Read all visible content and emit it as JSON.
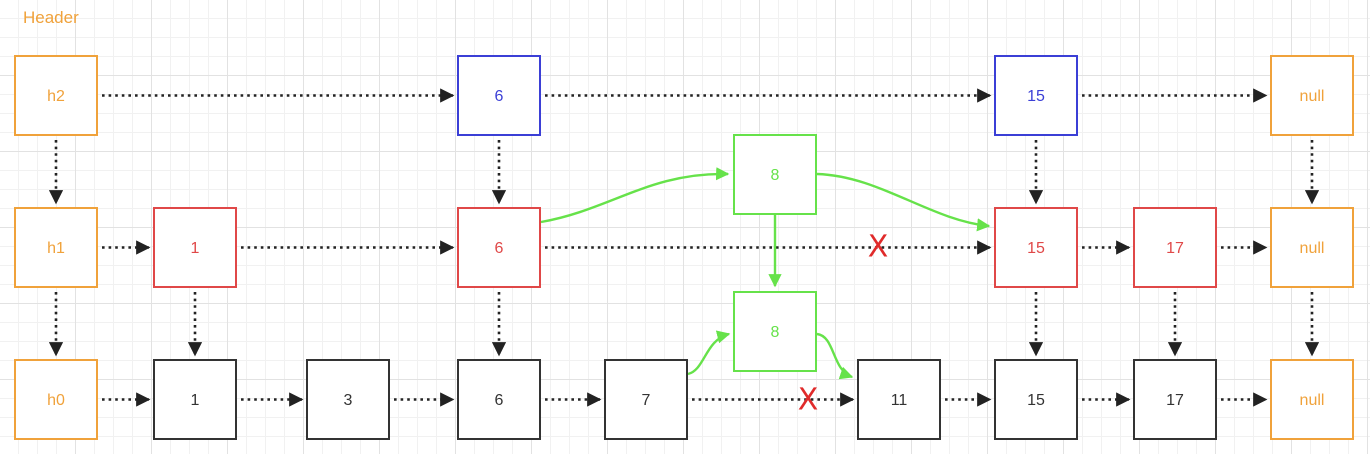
{
  "title": "Header",
  "colors": {
    "header": "#f0a23b",
    "level2": "#3b3fd6",
    "level1": "#e04848",
    "level0": "#333333",
    "inserted": "#66e24a",
    "cross": "#e02a2a"
  },
  "cross_symbol": "X",
  "nodes": [
    {
      "id": "h2",
      "label": "h2",
      "level": 2,
      "kind": "header"
    },
    {
      "id": "l2_6",
      "label": "6",
      "level": 2,
      "kind": "level2"
    },
    {
      "id": "l2_15",
      "label": "15",
      "level": 2,
      "kind": "level2"
    },
    {
      "id": "null2",
      "label": "null",
      "level": 2,
      "kind": "header"
    },
    {
      "id": "h1",
      "label": "h1",
      "level": 1,
      "kind": "header"
    },
    {
      "id": "l1_1",
      "label": "1",
      "level": 1,
      "kind": "level1"
    },
    {
      "id": "l1_6",
      "label": "6",
      "level": 1,
      "kind": "level1"
    },
    {
      "id": "l1_15",
      "label": "15",
      "level": 1,
      "kind": "level1"
    },
    {
      "id": "l1_17",
      "label": "17",
      "level": 1,
      "kind": "level1"
    },
    {
      "id": "null1",
      "label": "null",
      "level": 1,
      "kind": "header"
    },
    {
      "id": "new_top",
      "label": "8",
      "level": 1,
      "kind": "inserted"
    },
    {
      "id": "new_bot",
      "label": "8",
      "level": 0,
      "kind": "inserted"
    },
    {
      "id": "h0",
      "label": "h0",
      "level": 0,
      "kind": "header"
    },
    {
      "id": "l0_1",
      "label": "1",
      "level": 0,
      "kind": "level0"
    },
    {
      "id": "l0_3",
      "label": "3",
      "level": 0,
      "kind": "level0"
    },
    {
      "id": "l0_6",
      "label": "6",
      "level": 0,
      "kind": "level0"
    },
    {
      "id": "l0_7",
      "label": "7",
      "level": 0,
      "kind": "level0"
    },
    {
      "id": "l0_11",
      "label": "11",
      "level": 0,
      "kind": "level0"
    },
    {
      "id": "l0_15",
      "label": "15",
      "level": 0,
      "kind": "level0"
    },
    {
      "id": "l0_17",
      "label": "17",
      "level": 0,
      "kind": "level0"
    },
    {
      "id": "null0",
      "label": "null",
      "level": 0,
      "kind": "header"
    }
  ],
  "edges": [
    {
      "from": "h2",
      "to": "l2_6",
      "style": "dotted"
    },
    {
      "from": "l2_6",
      "to": "l2_15",
      "style": "dotted"
    },
    {
      "from": "l2_15",
      "to": "null2",
      "style": "dotted"
    },
    {
      "from": "h2",
      "to": "h1",
      "style": "dotted"
    },
    {
      "from": "l2_6",
      "to": "l1_6",
      "style": "dotted"
    },
    {
      "from": "l2_15",
      "to": "l1_15",
      "style": "dotted"
    },
    {
      "from": "null2",
      "to": "null1",
      "style": "dotted"
    },
    {
      "from": "h1",
      "to": "l1_1",
      "style": "dotted"
    },
    {
      "from": "l1_1",
      "to": "l1_6",
      "style": "dotted"
    },
    {
      "from": "l1_6",
      "to": "l1_15",
      "style": "dotted",
      "removed": true
    },
    {
      "from": "l1_15",
      "to": "l1_17",
      "style": "dotted"
    },
    {
      "from": "l1_17",
      "to": "null1",
      "style": "dotted"
    },
    {
      "from": "h1",
      "to": "h0",
      "style": "dotted"
    },
    {
      "from": "l1_1",
      "to": "l0_1",
      "style": "dotted"
    },
    {
      "from": "l1_6",
      "to": "l0_6",
      "style": "dotted"
    },
    {
      "from": "l1_15",
      "to": "l0_15",
      "style": "dotted"
    },
    {
      "from": "l1_17",
      "to": "l0_17",
      "style": "dotted"
    },
    {
      "from": "null1",
      "to": "null0",
      "style": "dotted"
    },
    {
      "from": "h0",
      "to": "l0_1",
      "style": "dotted"
    },
    {
      "from": "l0_1",
      "to": "l0_3",
      "style": "dotted"
    },
    {
      "from": "l0_3",
      "to": "l0_6",
      "style": "dotted"
    },
    {
      "from": "l0_6",
      "to": "l0_7",
      "style": "dotted"
    },
    {
      "from": "l0_7",
      "to": "l0_11",
      "style": "dotted",
      "removed": true
    },
    {
      "from": "l0_11",
      "to": "l0_15",
      "style": "dotted"
    },
    {
      "from": "l0_15",
      "to": "l0_17",
      "style": "dotted"
    },
    {
      "from": "l0_17",
      "to": "null0",
      "style": "dotted"
    },
    {
      "from": "l1_6",
      "to": "new_top",
      "style": "green"
    },
    {
      "from": "new_top",
      "to": "l1_15",
      "style": "green"
    },
    {
      "from": "new_top",
      "to": "new_bot",
      "style": "green"
    },
    {
      "from": "l0_7",
      "to": "new_bot",
      "style": "green"
    },
    {
      "from": "new_bot",
      "to": "l0_11",
      "style": "green"
    }
  ]
}
